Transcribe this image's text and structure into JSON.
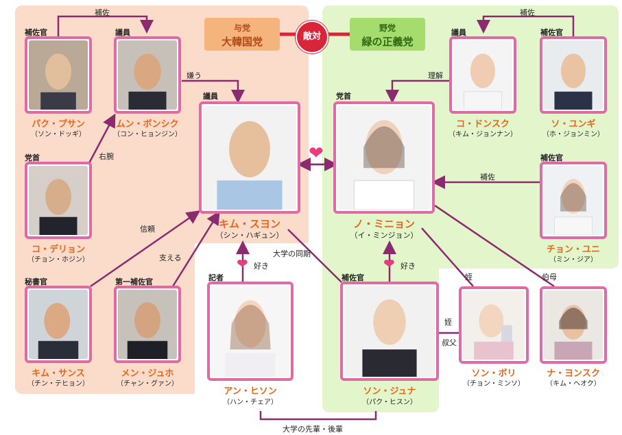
{
  "parties": {
    "ruling": {
      "small": "与党",
      "big": "大韓国党"
    },
    "opposition": {
      "small": "野党",
      "big": "緑の正義党"
    },
    "relation": "敵対"
  },
  "people": {
    "park": {
      "role": "補佐官",
      "name": "パク・プサン",
      "actor": "（ソン・ドッギ）"
    },
    "moon": {
      "role": "議員",
      "name": "ムン・ボンシク",
      "actor": "（コン・ヒョンジン）"
    },
    "ko_daeryun": {
      "role": "党首",
      "name": "コ・デリョン",
      "actor": "（チョン・ホジン）"
    },
    "kim_suyeon": {
      "role": "議員",
      "name": "キム・スヨン",
      "actor": "（シン・ハギュン）"
    },
    "no_minyeon": {
      "role": "党首",
      "name": "ノ・ミニョン",
      "actor": "（イ・ミンジョン）"
    },
    "ko_dongsuk": {
      "role": "議員",
      "name": "コ・ドンスク",
      "actor": "（キム・ジョンナン）"
    },
    "so_yungi": {
      "role": "補佐官",
      "name": "ソ・ユンギ",
      "actor": "（ホ・ジョンミン）"
    },
    "jeong_yuni": {
      "role": "補佐官",
      "name": "チョン・ユニ",
      "actor": "（ミン・ジア）"
    },
    "kim_sangsu": {
      "role": "秘書官",
      "name": "キム・サンス",
      "actor": "（チン・テヒョン）"
    },
    "men_juho": {
      "role": "第一補佐官",
      "name": "メン・ジュホ",
      "actor": "（チャン・グァン）"
    },
    "an_hiseon": {
      "role": "記者",
      "name": "アン・ヒソン",
      "actor": "（ハン・チェア）"
    },
    "son_juna": {
      "role": "補佐官",
      "name": "ソン・ジュナ",
      "actor": "（パク・ヒスン）"
    },
    "son_bori": {
      "role": "",
      "name": "ソン・ボリ",
      "actor": "（チョン・ミンソ）"
    },
    "na_yeonsuk": {
      "role": "",
      "name": "ナ・ヨンスク",
      "actor": "（キム・ヘオク）"
    }
  },
  "relations": {
    "park_moon": "補佐",
    "so_ko": "補佐",
    "moon_kim": "嫌う",
    "ko_no": "理解",
    "ko_moon": "右腕",
    "jeong_no": "補佐",
    "sangsu_kim": "信頼",
    "men_kim": "支える",
    "an_kim": "好き",
    "son_no": "好き",
    "kim_son": "大学の同期",
    "an_son": "大学の先輩・後輩",
    "bori_no": "姪",
    "na_no": "伯母",
    "son_bori_a": "姪",
    "son_bori_b": "叔父"
  },
  "colors": {
    "ruling_bg": "#fbdccb",
    "opposition_bg": "#e3f6cb",
    "frame": "#e06aa6",
    "line": "#8b2a6e",
    "name": "#e8651a",
    "heart": "#e83c7c"
  }
}
